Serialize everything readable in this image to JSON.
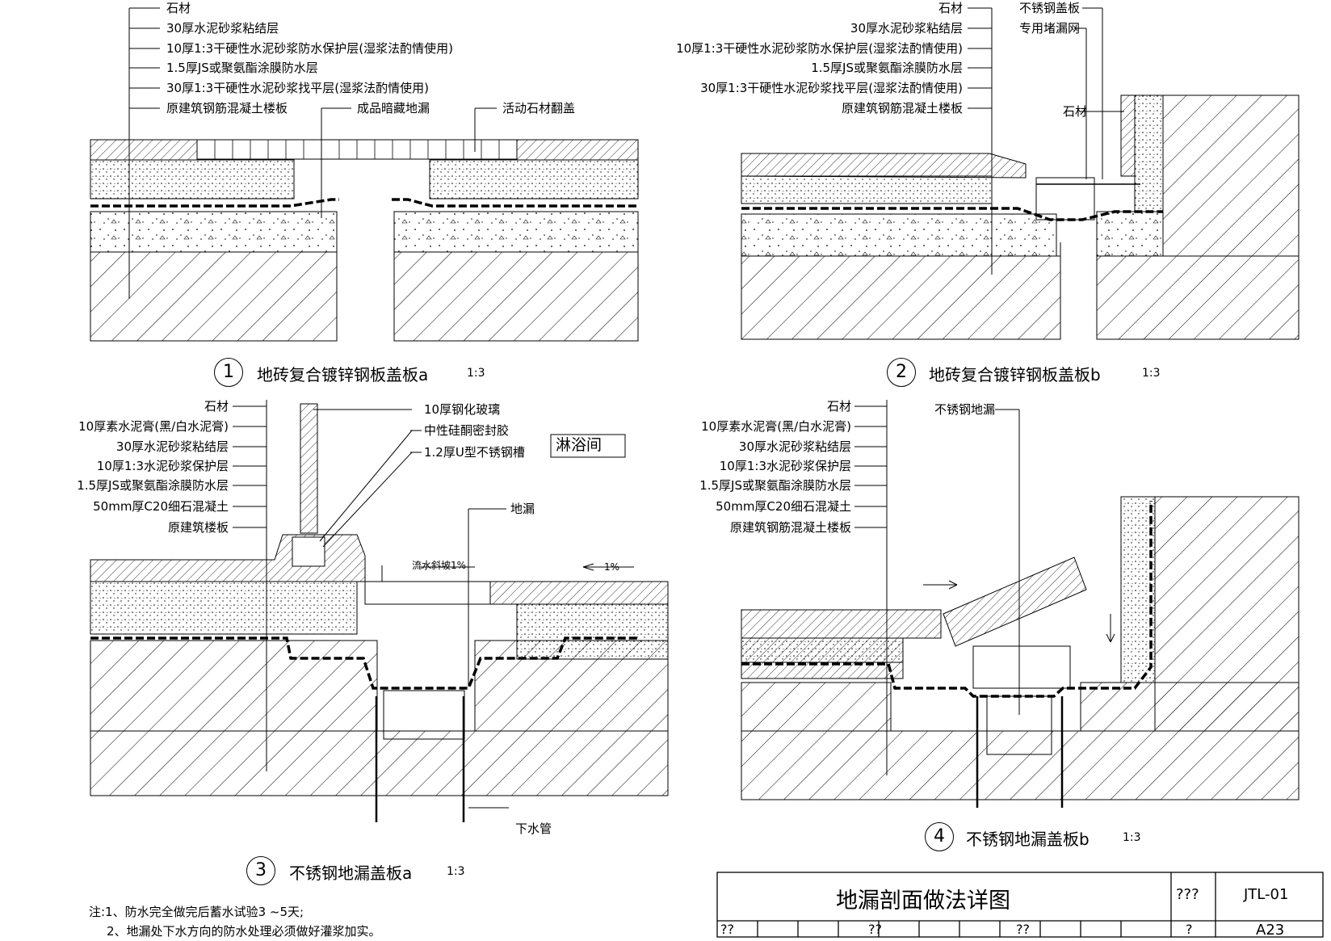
{
  "detail1": {
    "labels": [
      "石材",
      "30厚水泥砂浆粘结层",
      "10厚1:3干硬性水泥砂浆防水保护层(湿浆法酌情使用)",
      "1.5厚JS或聚氨酯涂膜防水层",
      "30厚1:3干硬性水泥砂浆找平层(湿浆法酌情使用)",
      "原建筑钢筋混凝土楼板"
    ],
    "drain_label": "成品暗藏地漏",
    "cover_label": "活动石材翻盖",
    "number": "1",
    "title": "地砖复合镀锌钢板盖板a",
    "scale": "1:3"
  },
  "detail2": {
    "labels": [
      "石材",
      "30厚水泥砂浆粘结层",
      "10厚1:3干硬性水泥砂浆防水保护层(湿浆法酌情使用)",
      "1.5厚JS或聚氨酯涂膜防水层",
      "30厚1:3干硬性水泥砂浆找平层(湿浆法酌情使用)",
      "原建筑钢筋混凝土楼板"
    ],
    "cover_label": "不锈钢盖板",
    "net_label": "专用堵漏网",
    "stone_label": "石材",
    "number": "2",
    "title": "地砖复合镀锌钢板盖板b",
    "scale": "1:3"
  },
  "detail3": {
    "labels": [
      "石材",
      "10厚素水泥膏(黑/白水泥膏)",
      "30厚水泥砂浆粘结层",
      "10厚1:3水泥砂浆保护层",
      "1.5厚JS或聚氨酯涂膜防水层",
      "50mm厚C20细石混凝土",
      "原建筑楼板"
    ],
    "glass_label": "10厚钢化玻璃",
    "sealant_label": "中性硅酮密封胶",
    "channel_label": "1.2厚U型不锈钢槽",
    "room_label": "淋浴间",
    "drain_label": "地漏",
    "slope_label": "流水斜坡1%",
    "slope2_label": "1%",
    "pipe_label": "下水管",
    "number": "3",
    "title": "不锈钢地漏盖板a",
    "scale": "1:3"
  },
  "detail4": {
    "labels": [
      "石材",
      "10厚素水泥膏(黑/白水泥膏)",
      "30厚水泥砂浆粘结层",
      "10厚1:3水泥砂浆保护层",
      "1.5厚JS或聚氨酯涂膜防水层",
      "50mm厚C20细石混凝土",
      "原建筑钢筋混凝土楼板"
    ],
    "drain_label": "不锈钢地漏",
    "number": "4",
    "title": "不锈钢地漏盖板b",
    "scale": "1:3"
  },
  "notes": [
    "注:1、防水完全做完后蓄水试验3  ~5天;",
    "2、地漏处下水方向的防水处理必须做好灌浆加实。"
  ],
  "title_block": {
    "title": "地漏剖面做法详图",
    "cell_a": "???",
    "code": "JTL-01",
    "cells": [
      "??",
      "??",
      "??",
      "?"
    ],
    "sheet_no": "A23"
  }
}
